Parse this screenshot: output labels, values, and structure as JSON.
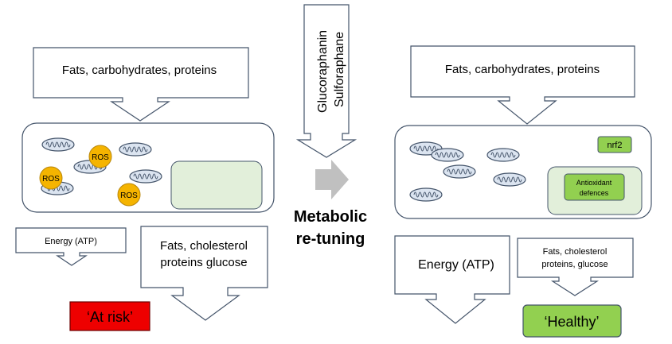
{
  "center": {
    "compounds": [
      "Glucoraphanin",
      "Sulforaphane"
    ],
    "process": [
      "Metabolic",
      "re-tuning"
    ]
  },
  "left": {
    "input_label": "Fats, carbohydrates, proteins",
    "ros_label": "ROS",
    "energy_label": "Energy (ATP)",
    "output_lines": [
      "Fats, cholesterol",
      "proteins glucose"
    ],
    "status_label": "‘At risk’",
    "status_color": "#ee0000"
  },
  "right": {
    "input_label": "Fats, carbohydrates, proteins",
    "nrf2_label": "nrf2",
    "antioxidant_lines": [
      "Antioxidant",
      "defences"
    ],
    "energy_label": "Energy (ATP)",
    "output_lines": [
      "Fats, cholesterol",
      "proteins, glucose"
    ],
    "status_label": "‘Healthy’",
    "status_color": "#92d050"
  },
  "colors": {
    "outline": "#44546a",
    "mito_fill": "#dbe4f0",
    "ros_fill": "#f5b400",
    "nucleus_fill": "#e2efda",
    "green_box": "#92d050",
    "arrow_gray": "#c0c0c0"
  }
}
